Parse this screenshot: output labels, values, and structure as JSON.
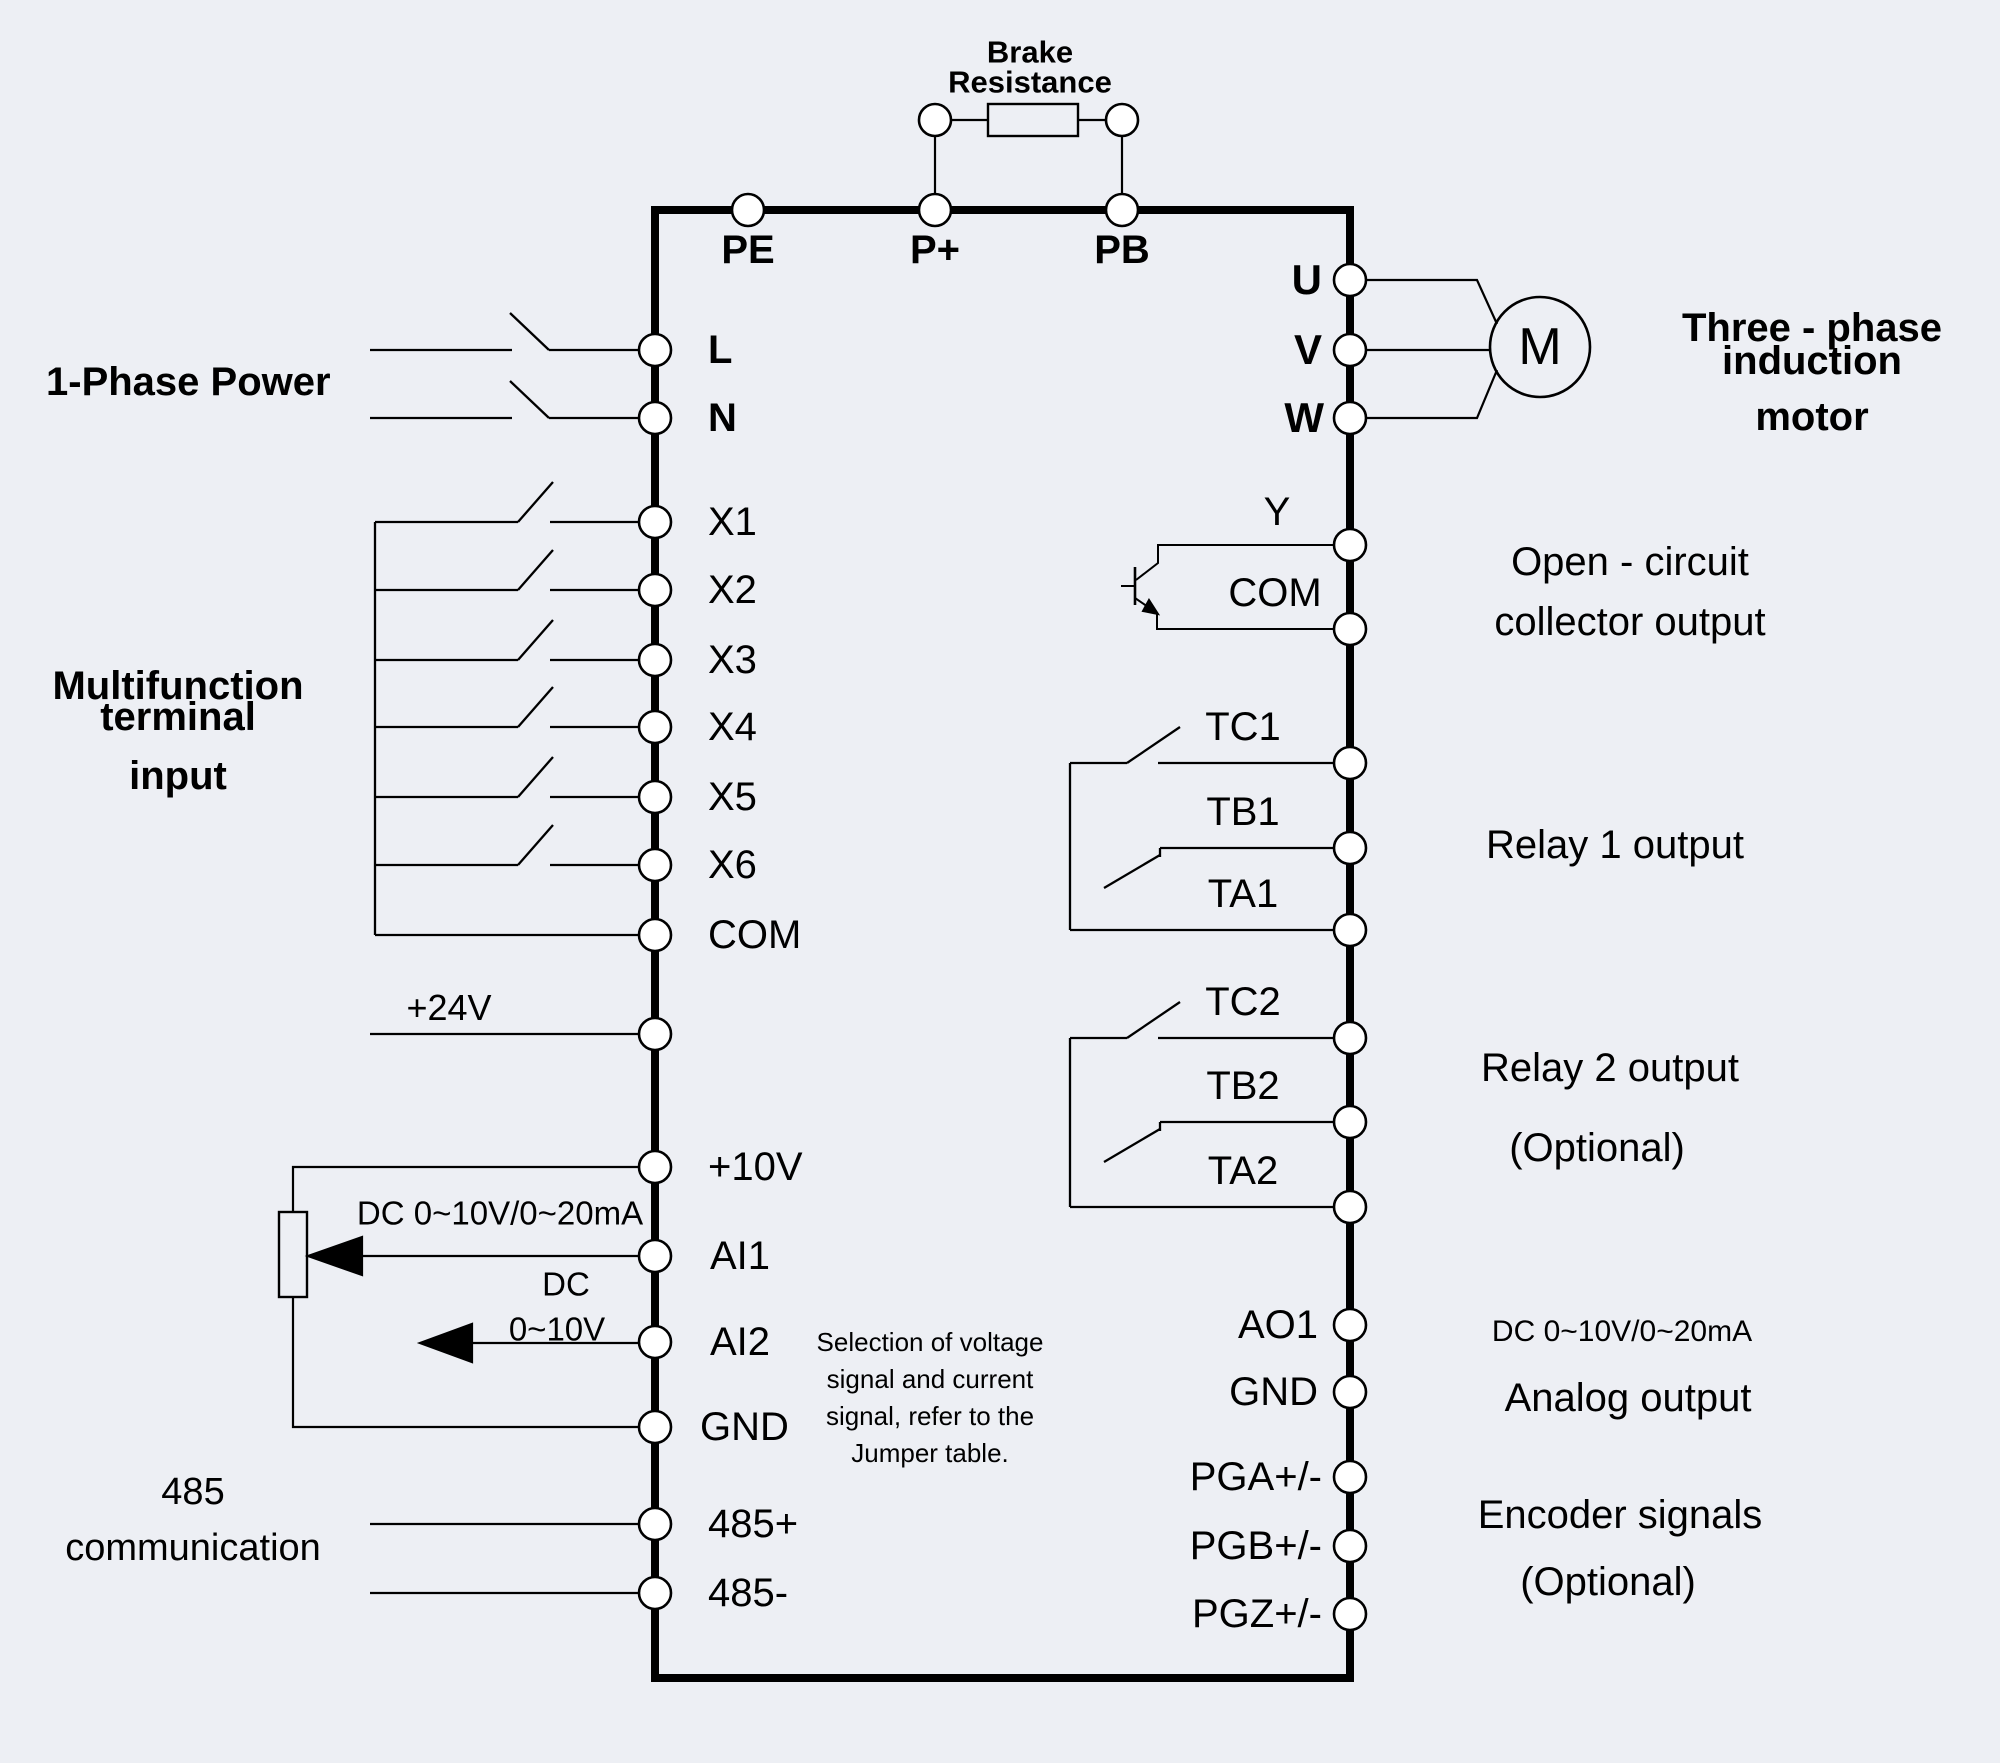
{
  "colors": {
    "background": "#edeff4",
    "ink": "#000000",
    "terminal_fill": "#ffffff"
  },
  "top": {
    "brake_label": {
      "line1": "Brake",
      "line2": "Resistance"
    },
    "terminals": {
      "pe": "PE",
      "pplus": "P+",
      "pb": "PB"
    }
  },
  "left": {
    "phase_power_label": "1-Phase Power",
    "power_terminals": {
      "l": "L",
      "n": "N"
    },
    "multifunction_label": {
      "line1": "Multifunction",
      "line2": "terminal",
      "line3": "input"
    },
    "x_terminals": {
      "x1": "X1",
      "x2": "X2",
      "x3": "X3",
      "x4": "X4",
      "x5": "X5",
      "x6": "X6",
      "com": "COM"
    },
    "v24_label": "+24V",
    "analog": {
      "v10": "+10V",
      "ai1": "AI1",
      "ai2": "AI2",
      "gnd": "GND",
      "ai1_signal": "DC 0~10V/0~20mA",
      "ai2_signal_line1": "DC",
      "ai2_signal_line2": "0~10V"
    },
    "jumper_note": {
      "line1": "Selection of voltage",
      "line2": "signal and current",
      "line3": "signal, refer to the",
      "line4": "Jumper table."
    },
    "comm485": {
      "label_line1": "485",
      "label_line2": "communication",
      "plus": "485+",
      "minus": "485-"
    }
  },
  "right": {
    "motor": {
      "u": "U",
      "v": "V",
      "w": "W",
      "m": "M",
      "caption_line1": "Three - phase",
      "caption_line2": "induction",
      "caption_line3": "motor"
    },
    "open_collector": {
      "y": "Y",
      "com": "COM",
      "caption_line1": "Open - circuit",
      "caption_line2": "collector output"
    },
    "relay1": {
      "tc": "TC1",
      "tb": "TB1",
      "ta": "TA1",
      "caption": "Relay 1 output"
    },
    "relay2": {
      "tc": "TC2",
      "tb": "TB2",
      "ta": "TA2",
      "caption_line1": "Relay 2 output",
      "caption_line2": "(Optional)"
    },
    "analog_out": {
      "ao1": "AO1",
      "gnd": "GND",
      "signal": "DC 0~10V/0~20mA",
      "caption": "Analog output"
    },
    "encoder": {
      "pga": "PGA+/-",
      "pgb": "PGB+/-",
      "pgz": "PGZ+/-",
      "caption_line1": "Encoder signals",
      "caption_line2": "(Optional)"
    }
  }
}
